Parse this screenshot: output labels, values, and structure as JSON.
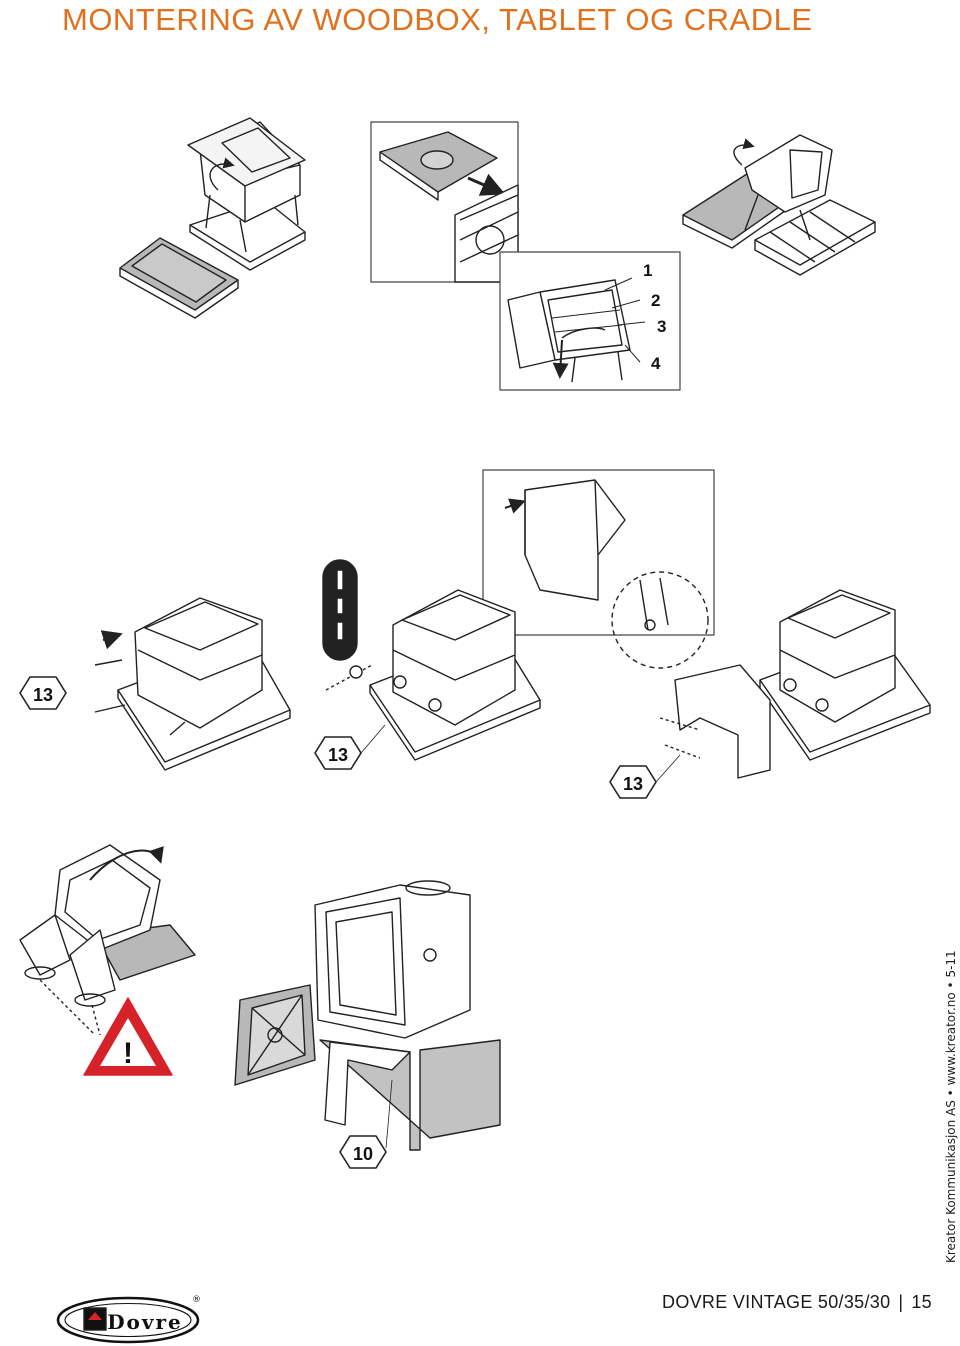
{
  "header": {
    "title": "MONTERING AV WOODBOX, TABLET OG CRADLE"
  },
  "step_badges": {
    "a": "13",
    "b": "13",
    "c": "13",
    "d": "10"
  },
  "callouts": {
    "one": "1",
    "two": "2",
    "three": "3",
    "four": "4"
  },
  "warning": {
    "symbol": "!"
  },
  "sidebar": {
    "credit": "Kreator Kommunikasjon AS • www.kreator.no • 5-11"
  },
  "footer": {
    "product": "DOVRE VINTAGE 50/35/30",
    "separator": "|",
    "page_number": "15"
  },
  "logo": {
    "text": "Dovre",
    "registered": "®"
  },
  "colors": {
    "title": "#e2711d",
    "warning_red": "#d6232a",
    "panel_grey": "#b8b8b8"
  }
}
